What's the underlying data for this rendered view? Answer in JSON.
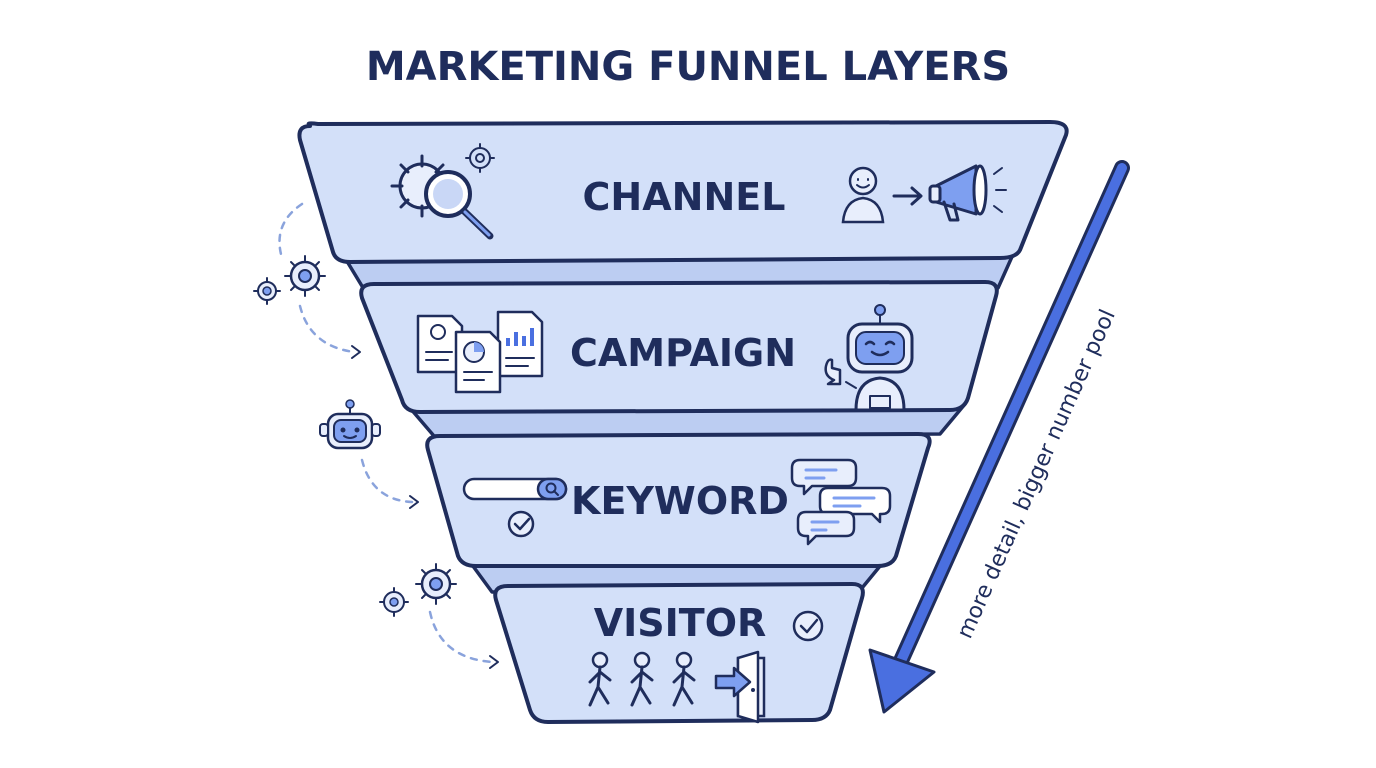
{
  "title": "MARKETING FUNNEL LAYERS",
  "layers": [
    {
      "label": "CHANNEL"
    },
    {
      "label": "CAMPAIGN"
    },
    {
      "label": "KEYWORD"
    },
    {
      "label": "VISITOR"
    }
  ],
  "side_arrow": {
    "label": "more detail, bigger number pool"
  },
  "colors": {
    "ink": "#1f2d5c",
    "band_fill": "#d3e0f9",
    "accent": "#4a6fe0",
    "icon_blue": "#7e9ff0"
  }
}
